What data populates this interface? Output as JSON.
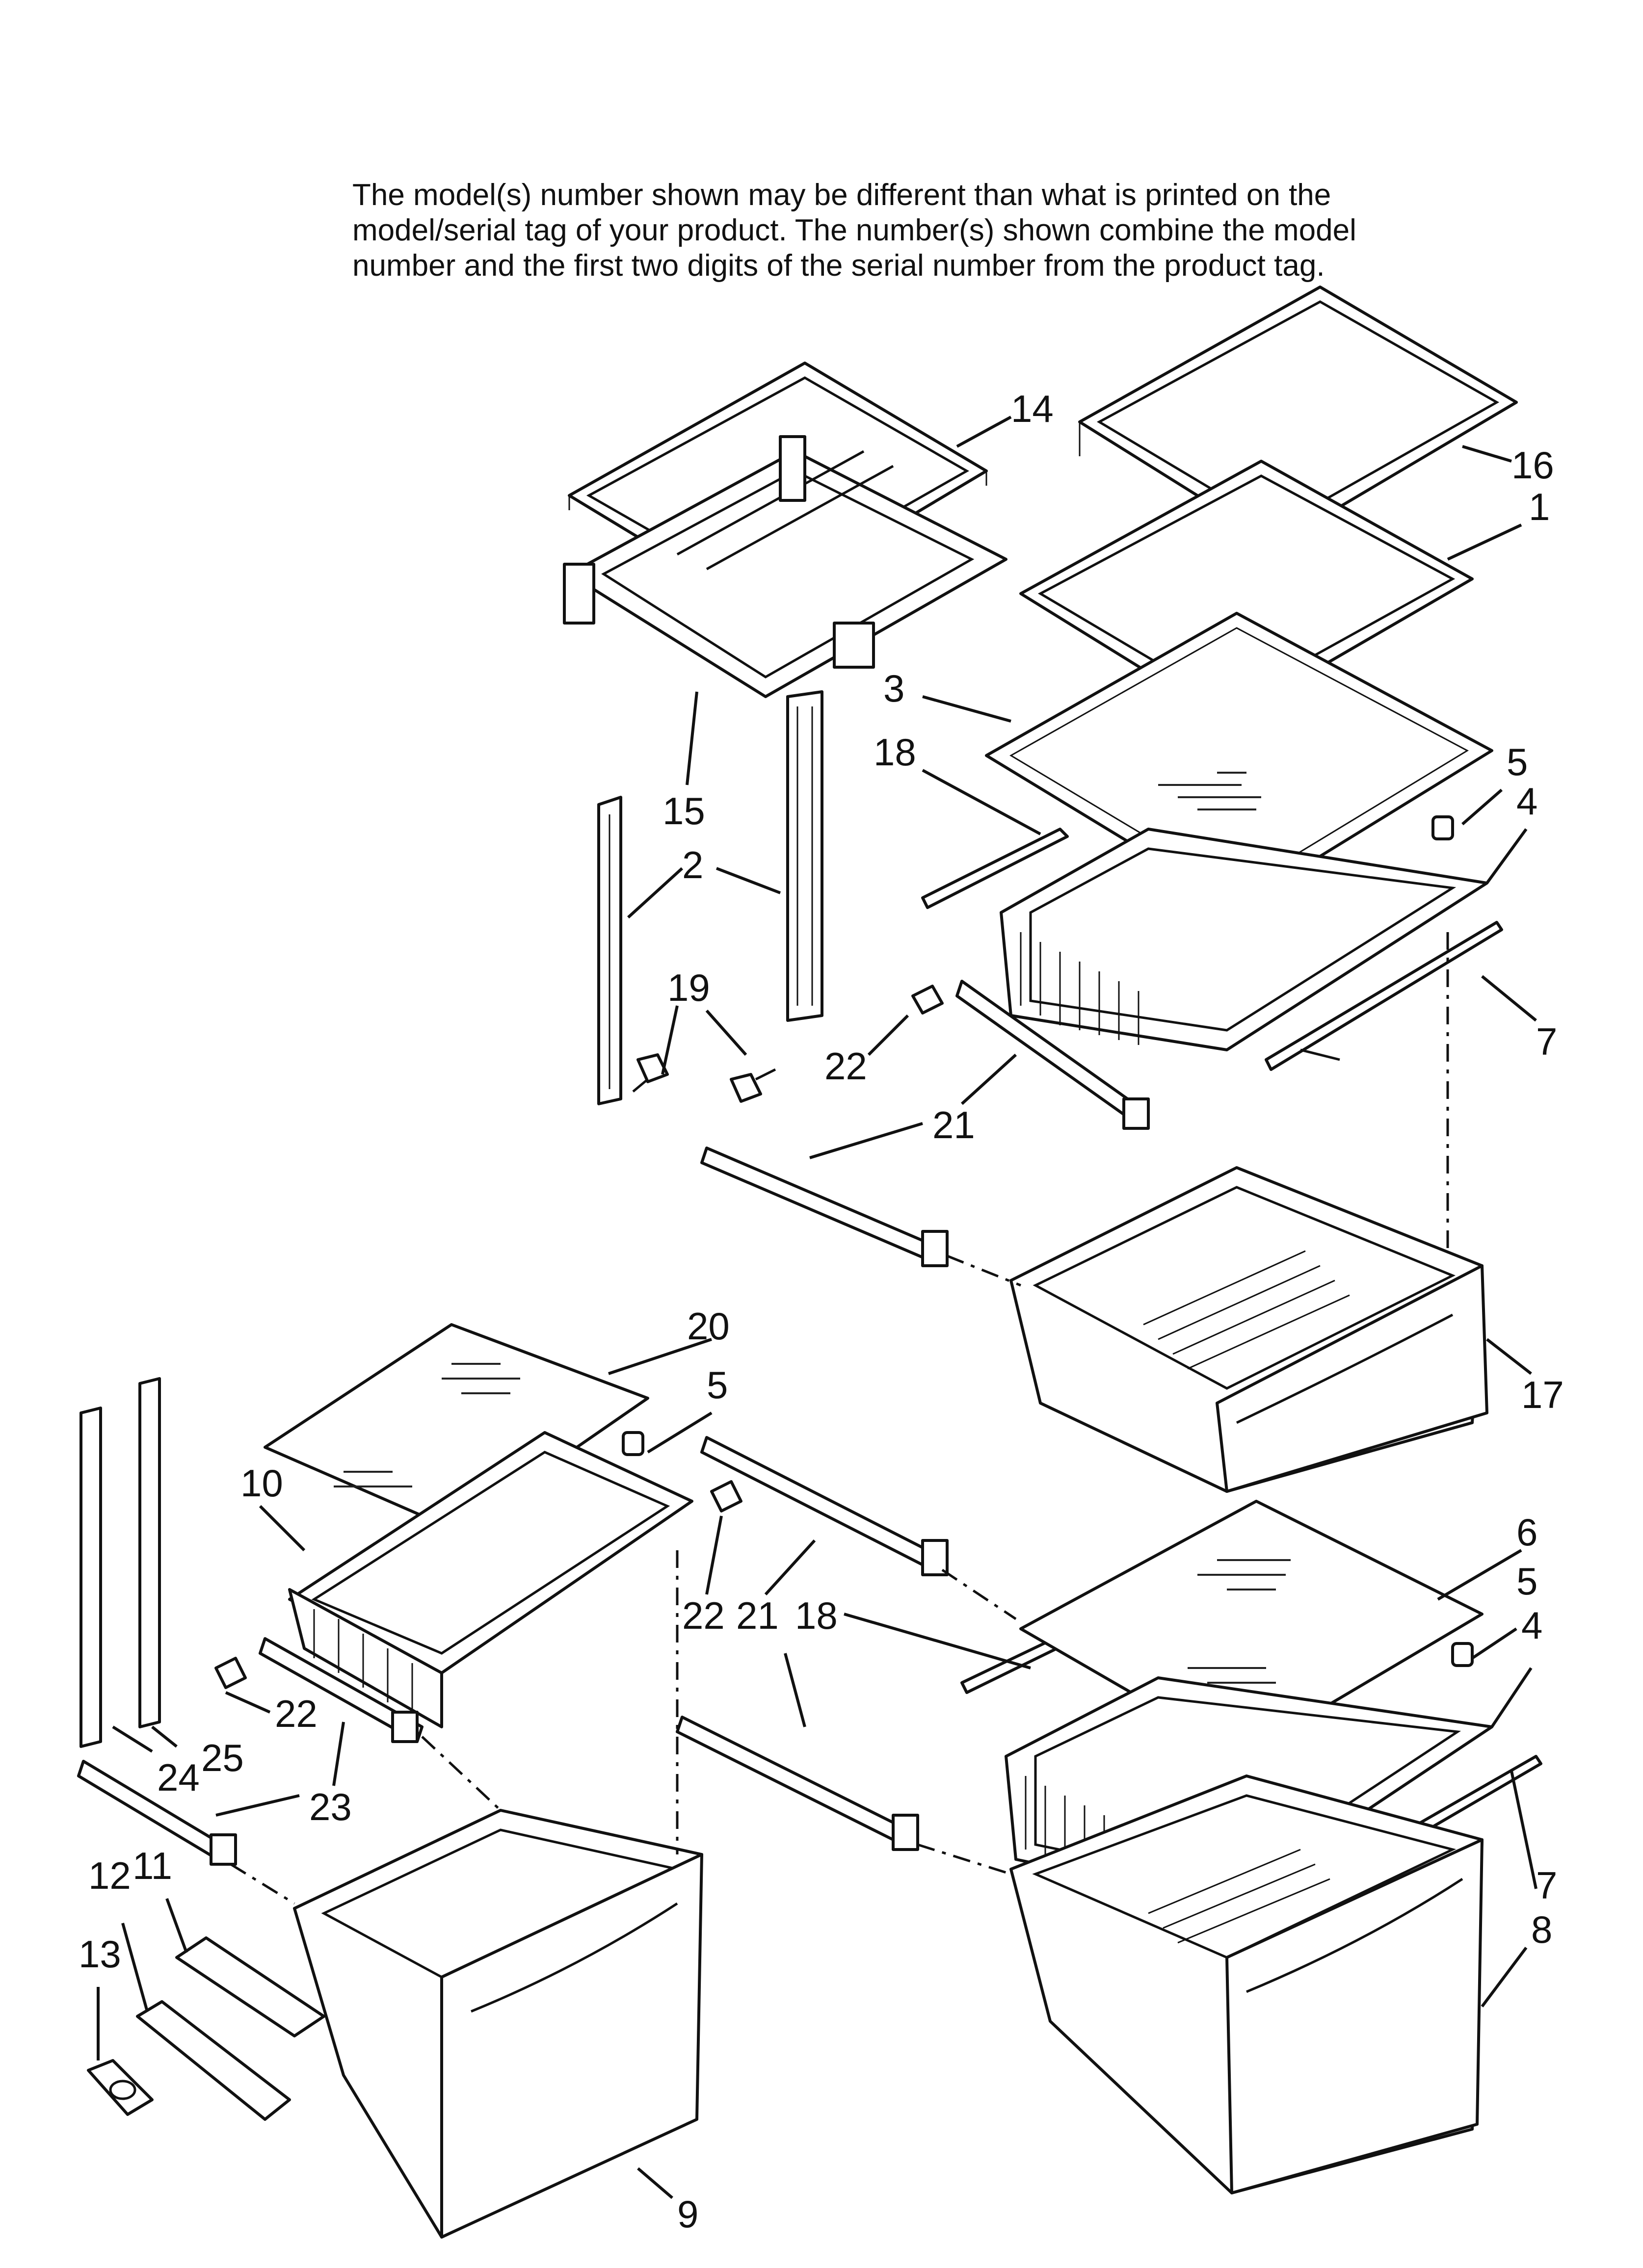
{
  "notice": {
    "lines": [
      "The model(s) number shown may be different than what is printed on the",
      "model/serial tag of your product. The number(s) shown combine the model",
      "number and the first two digits of the serial number from the product tag."
    ]
  },
  "callouts": [
    {
      "id": "c14",
      "text": "14"
    },
    {
      "id": "c16",
      "text": "16"
    },
    {
      "id": "c1",
      "text": "1"
    },
    {
      "id": "c3",
      "text": "3"
    },
    {
      "id": "c18a",
      "text": "18"
    },
    {
      "id": "c5a",
      "text": "5"
    },
    {
      "id": "c4a",
      "text": "4"
    },
    {
      "id": "c15",
      "text": "15"
    },
    {
      "id": "c2",
      "text": "2"
    },
    {
      "id": "c19",
      "text": "19"
    },
    {
      "id": "c22a",
      "text": "22"
    },
    {
      "id": "c7a",
      "text": "7"
    },
    {
      "id": "c21a",
      "text": "21"
    },
    {
      "id": "c17",
      "text": "17"
    },
    {
      "id": "c20",
      "text": "20"
    },
    {
      "id": "c5b",
      "text": "5"
    },
    {
      "id": "c10",
      "text": "10"
    },
    {
      "id": "c22b",
      "text": "22"
    },
    {
      "id": "c21b",
      "text": "21"
    },
    {
      "id": "c18b",
      "text": "18"
    },
    {
      "id": "c6",
      "text": "6"
    },
    {
      "id": "c5c",
      "text": "5"
    },
    {
      "id": "c4b",
      "text": "4"
    },
    {
      "id": "c22c",
      "text": "22"
    },
    {
      "id": "c24",
      "text": "24"
    },
    {
      "id": "c25",
      "text": "25"
    },
    {
      "id": "c23",
      "text": "23"
    },
    {
      "id": "c12",
      "text": "12"
    },
    {
      "id": "c11",
      "text": "11"
    },
    {
      "id": "c13",
      "text": "13"
    },
    {
      "id": "c9",
      "text": "9"
    },
    {
      "id": "c7b",
      "text": "7"
    },
    {
      "id": "c8",
      "text": "8"
    }
  ]
}
